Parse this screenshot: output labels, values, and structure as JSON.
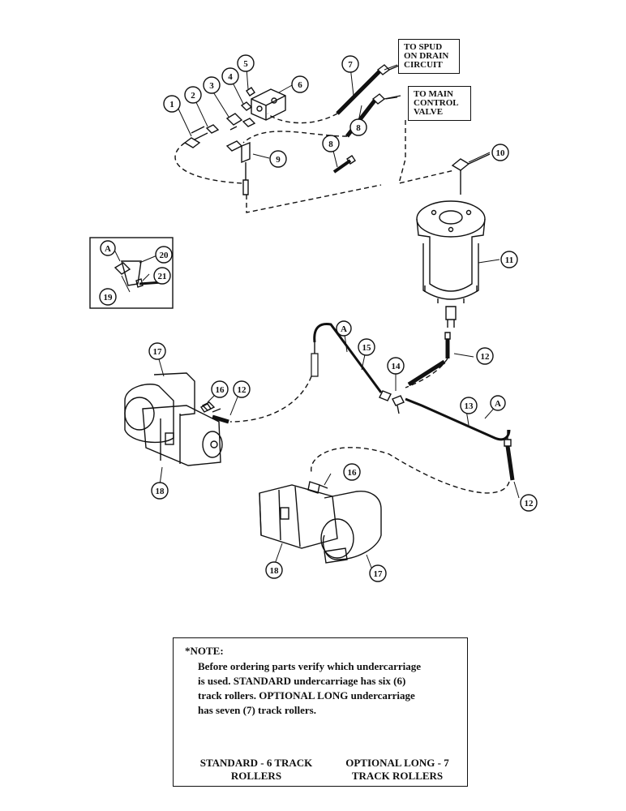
{
  "callouts": {
    "c1": "1",
    "c2": "2",
    "c3": "3",
    "c4": "4",
    "c5": "5",
    "c6": "6",
    "c7": "7",
    "c8a": "8",
    "c8b": "8",
    "c9": "9",
    "c10": "10",
    "c11": "11",
    "c12a": "12",
    "c12b": "12",
    "c12c": "12",
    "c13": "13",
    "c14": "14",
    "c15": "15",
    "c16a": "16",
    "c16b": "16",
    "c17a": "17",
    "c17b": "17",
    "c18a": "18",
    "c18b": "18",
    "c19": "19",
    "c20": "20",
    "c21": "21",
    "cA_detail": "A",
    "cA1": "A",
    "cA2": "A"
  },
  "labels": {
    "spud": [
      "TO SPUD",
      "ON DRAIN",
      "CIRCUIT"
    ],
    "main_valve": [
      "TO MAIN",
      "CONTROL",
      "VALVE"
    ]
  },
  "note": {
    "title": "*NOTE:",
    "lines": [
      "Before ordering parts verify which undercarriage",
      "is used. STANDARD undercarriage has six (6)",
      "track rollers. OPTIONAL LONG undercarriage",
      "has seven (7) track rollers."
    ],
    "standard_caption": [
      "STANDARD - 6 TRACK",
      "ROLLERS"
    ],
    "optional_caption": [
      "OPTIONAL LONG - 7",
      "TRACK ROLLERS"
    ]
  }
}
